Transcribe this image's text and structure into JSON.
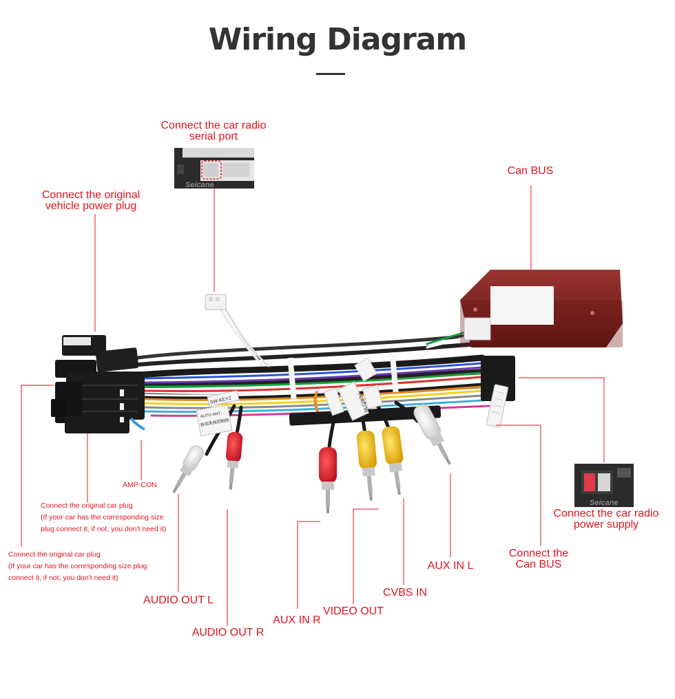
{
  "header": {
    "title": "Wiring Diagram"
  },
  "labels": {
    "serial_port": [
      "Connect the car radio",
      "serial port"
    ],
    "original_power": [
      "Connect the original",
      "vehicle power plug"
    ],
    "can_bus_top": "Can BUS",
    "radio_power": [
      "Connect the car radio",
      "power supply"
    ],
    "can_bus_connect": [
      "Connect the",
      "Can BUS"
    ],
    "amp_con": "AMP-CON",
    "orig_plug_1": [
      "Connect the original car plug",
      "(If your car has the corresponding size",
      "plug connect it, if not, you don't need it)"
    ],
    "orig_plug_2": [
      "Connect the original car plug",
      "(If your car has the corresponding size plug",
      "connect it, if not, you don't need it)"
    ],
    "audio_out_l": "AUDIO OUT L",
    "audio_out_r": "AUDIO OUT R",
    "aux_in_r": "AUX IN R",
    "video_out": "VIDEO OUT",
    "cvbs_in": "CVBS IN",
    "aux_in_l": "AUX IN L"
  },
  "printed_on_parts": {
    "watermark": "Seicane",
    "sticker_1": "AUTO ANT",
    "sticker_2": "自动天线控制线",
    "sticker_3": "VIDEO IN",
    "sticker_4": "SW-KEY2"
  },
  "colors": {
    "title": "#333333",
    "label": "#e0141e",
    "leader": "#e0141e",
    "can_box": "#7a1f1c",
    "rca_red": "#d8182a",
    "rca_yellow": "#f2c014",
    "rca_white": "#ececec"
  }
}
